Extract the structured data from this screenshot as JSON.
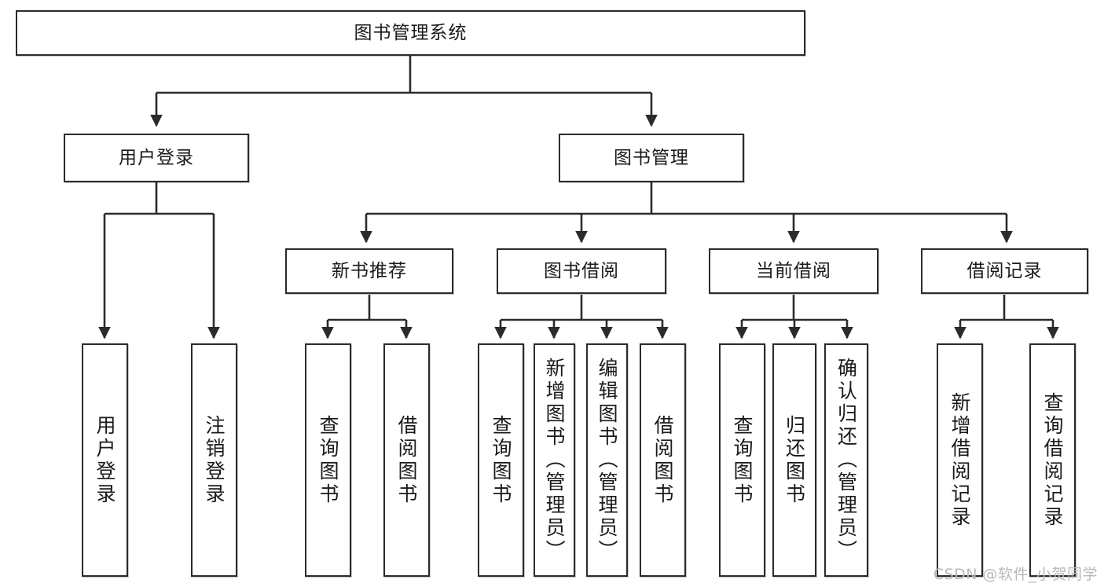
{
  "diagram": {
    "title": "图书管理系统",
    "type": "function-structure-tree",
    "watermark": "CSDN @软件_小贺同学",
    "colors": {
      "box_border": "#2b2b2b",
      "box_fill": "#ffffff",
      "edge": "#2b2b2b",
      "watermark": "#b9b9b9"
    },
    "root": {
      "label": "图书管理系统"
    },
    "level2": [
      {
        "label": "用户登录"
      },
      {
        "label": "图书管理"
      }
    ],
    "level3": [
      {
        "label": "新书推荐"
      },
      {
        "label": "图书借阅"
      },
      {
        "label": "当前借阅"
      },
      {
        "label": "借阅记录"
      }
    ],
    "leaves": {
      "user_login": [
        {
          "label": "用户登录"
        },
        {
          "label": "注销登录"
        }
      ],
      "new_book_recommend": [
        {
          "label": "查询图书"
        },
        {
          "label": "借阅图书"
        }
      ],
      "book_borrow": [
        {
          "label": "查询图书"
        },
        {
          "label": "新增图书（管理员）"
        },
        {
          "label": "编辑图书（管理员）"
        },
        {
          "label": "借阅图书"
        }
      ],
      "current_borrow": [
        {
          "label": "查询图书"
        },
        {
          "label": "归还图书"
        },
        {
          "label": "确认归还（管理员）"
        }
      ],
      "borrow_record": [
        {
          "label": "新增借阅记录"
        },
        {
          "label": "查询借阅记录"
        }
      ]
    }
  }
}
